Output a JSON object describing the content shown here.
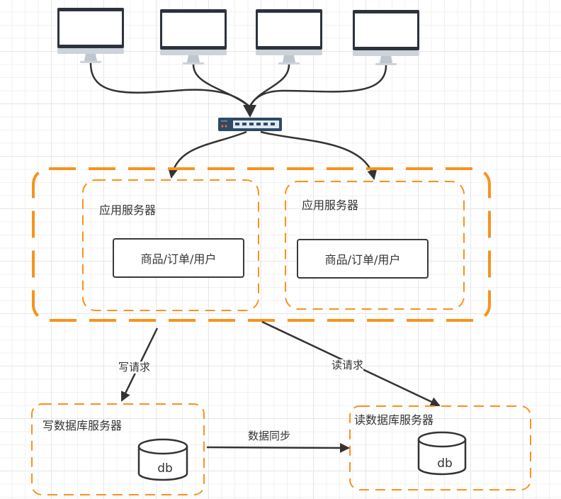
{
  "diagram": {
    "clients": [
      {
        "name": "client-1",
        "type": "monitor"
      },
      {
        "name": "client-2",
        "type": "monitor"
      },
      {
        "name": "client-3",
        "type": "monitor"
      },
      {
        "name": "client-4",
        "type": "monitor"
      }
    ],
    "switch": {
      "type": "network-switch",
      "ports": 6
    },
    "app_cluster": {
      "servers": [
        {
          "title": "应用服务器",
          "module": "商品/订单/用户"
        },
        {
          "title": "应用服务器",
          "module": "商品/订单/用户"
        }
      ]
    },
    "write_db_server": {
      "title": "写数据库服务器",
      "db_label": "db"
    },
    "read_db_server": {
      "title": "读数据库服务器",
      "db_label": "db"
    },
    "edges": {
      "write_request": "写请求",
      "read_request": "读请求",
      "data_sync": "数据同步"
    },
    "colors": {
      "container_border": "#f7931e",
      "arrow": "#333333",
      "monitor_frame": "#2d333d",
      "monitor_stand": "#c9ced6",
      "switch_body": "#2e4a64",
      "switch_led": "#e8682c"
    }
  }
}
